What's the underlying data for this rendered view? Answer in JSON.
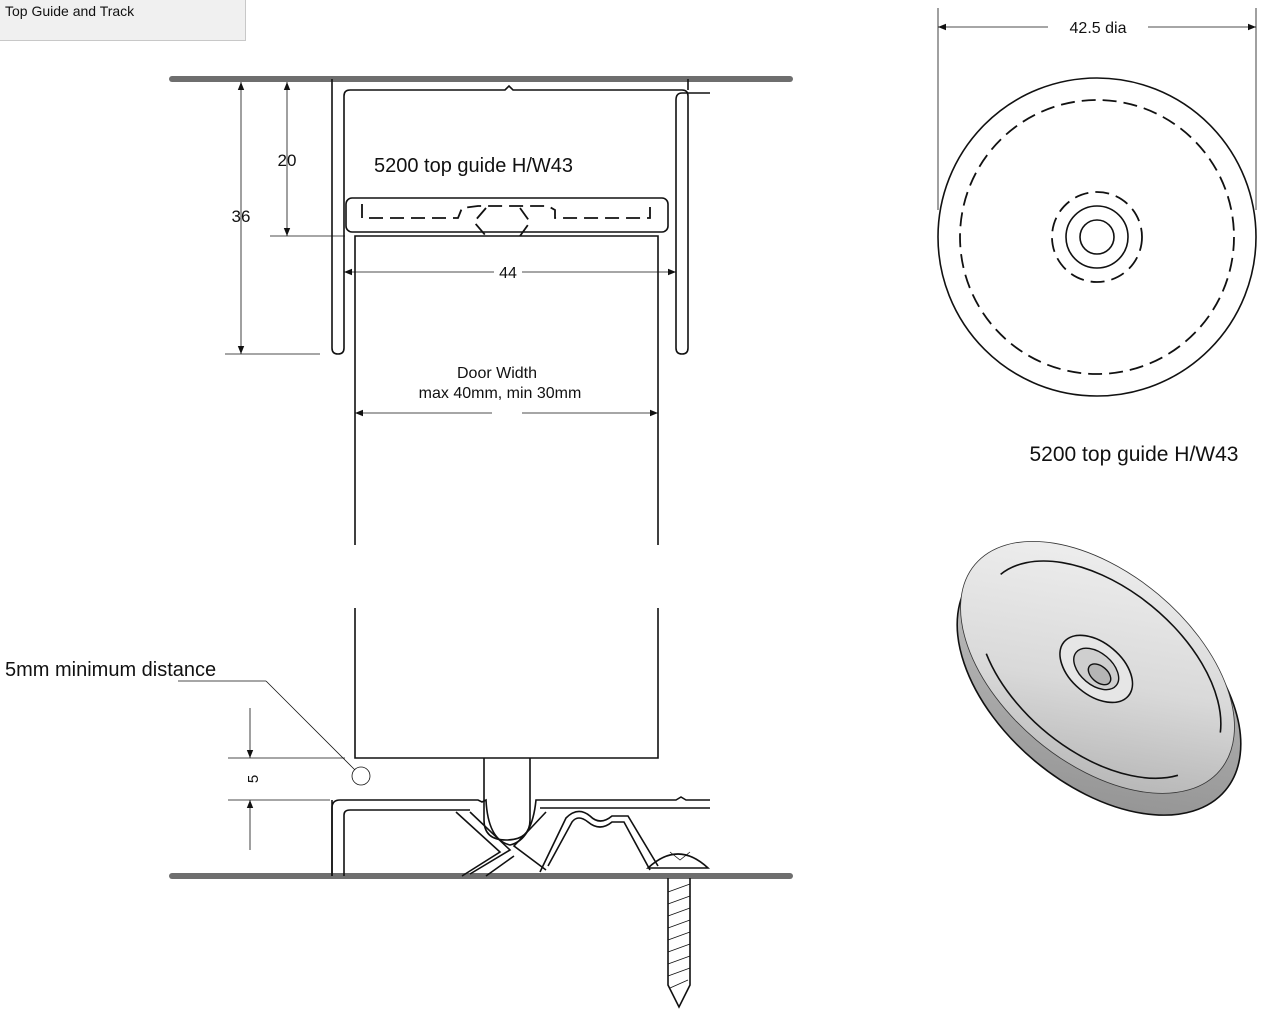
{
  "tab": {
    "label": "Top Guide and Track"
  },
  "labels": {
    "part_name_section": "5200 top guide H/W43",
    "part_name_right": "5200 top guide H/W43",
    "dim_20": "20",
    "dim_36": "36",
    "dim_44": "44",
    "dim_5": "5",
    "dim_dia": "42.5 dia",
    "door_width_line1": "Door  Width",
    "door_width_line2": "max 40mm, min 30mm",
    "min_distance": "5mm minimum distance"
  }
}
